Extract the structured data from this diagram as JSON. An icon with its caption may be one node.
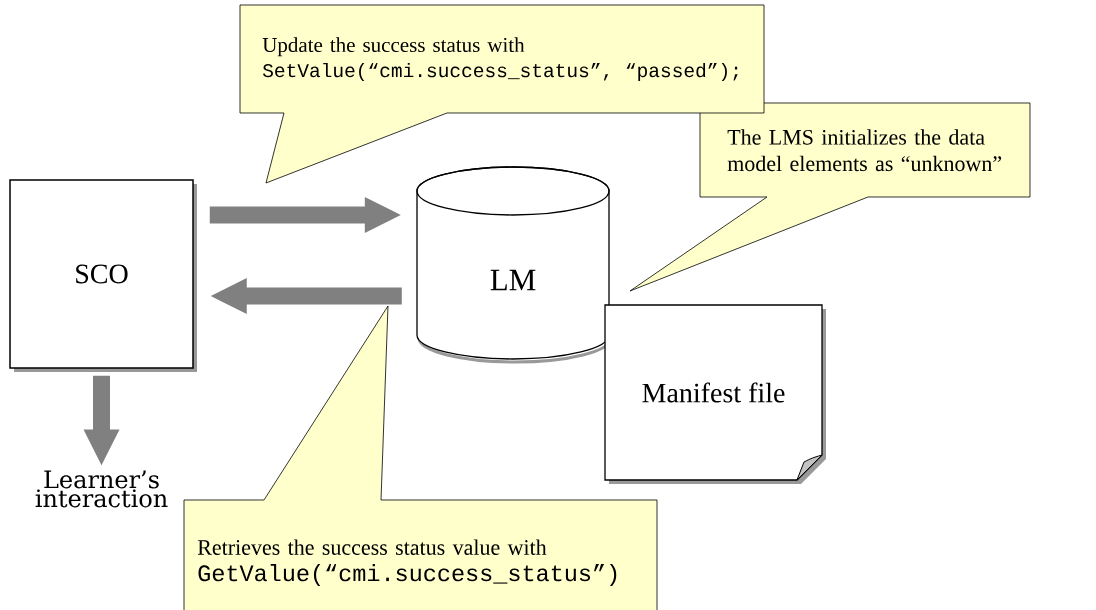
{
  "diagram": {
    "nodes": [
      {
        "text": [
          "SCO"
        ]
      },
      {
        "text": [
          "LM"
        ]
      },
      {
        "text": [
          "Manifest file"
        ]
      },
      {
        "text": [
          "Learner’s interaction"
        ]
      },
      {
        "text": [
          "Update the success status with",
          "SetValue(“cmi.success_status”, “passed”);"
        ]
      },
      {
        "text": [
          "The LMS initializes the data model elements as “unknown”"
        ]
      },
      {
        "text": [
          "Retrieves the success status value with",
          "GetValue(“cmi.success_status”)"
        ]
      }
    ],
    "edges": [
      {
        "from": 0,
        "to": 1,
        "arrow": "to"
      },
      {
        "from": 1,
        "to": 0,
        "arrow": "to"
      },
      {
        "from": 0,
        "to": 3,
        "arrow": "to"
      }
    ]
  }
}
